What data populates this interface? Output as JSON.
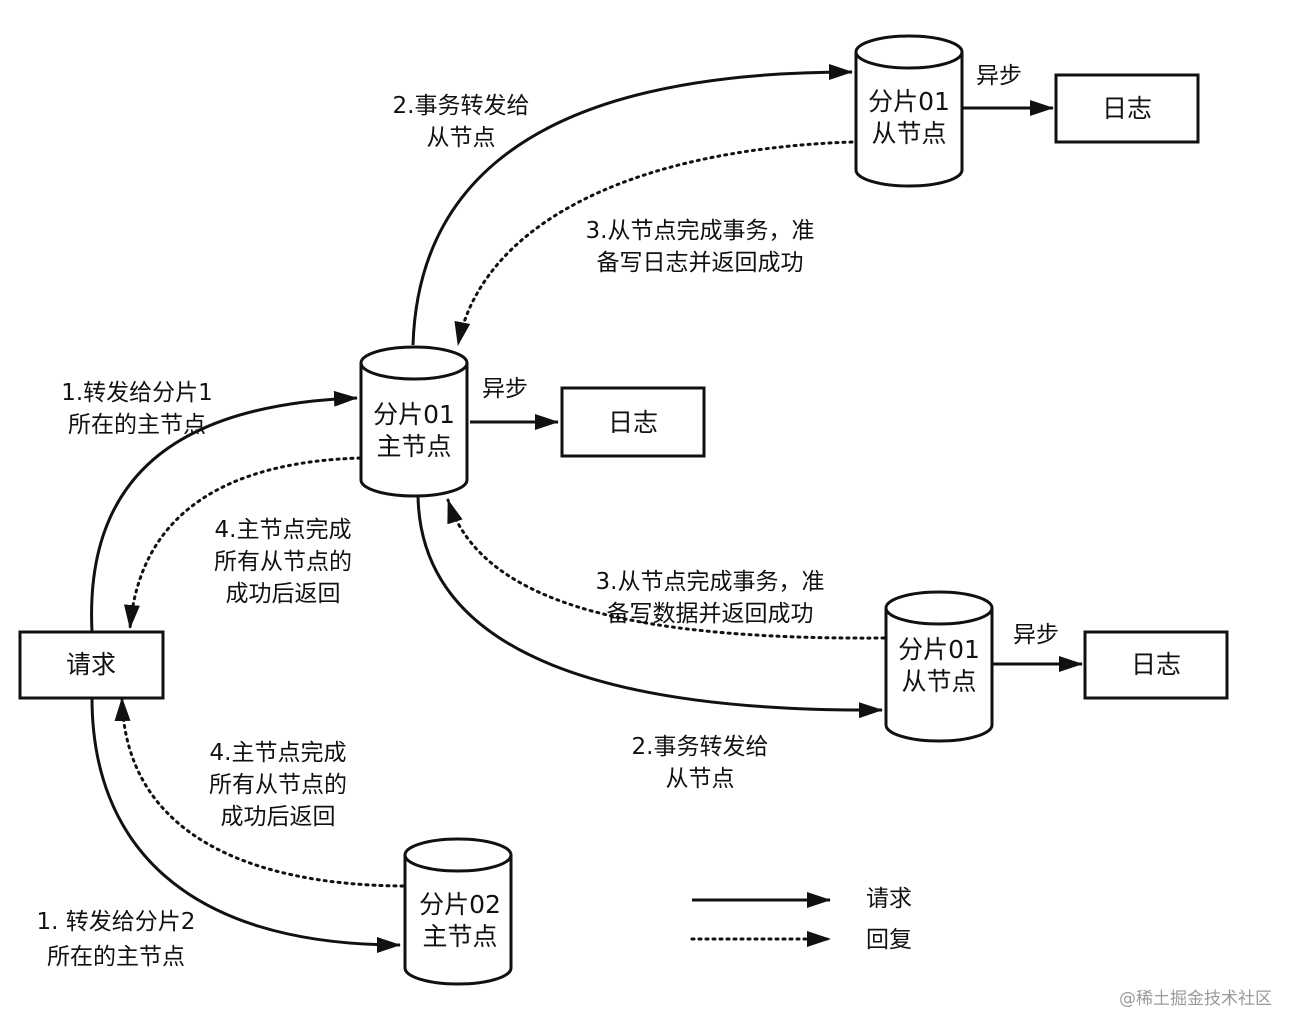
{
  "nodes": {
    "request_box": "请求",
    "primary_shard01": [
      "分片01",
      "主节点"
    ],
    "replica_top": [
      "分片01",
      "从节点"
    ],
    "replica_right": [
      "分片01",
      "从节点"
    ],
    "primary_shard02": [
      "分片02",
      "主节点"
    ],
    "log_top": "日志",
    "log_middle": "日志",
    "log_right": "日志"
  },
  "edge_labels": {
    "forward_to_shard1": [
      "1.转发给分片1",
      "所在的主节点"
    ],
    "forward_to_shard2": [
      "1. 转发给分片2",
      "所在的主节点"
    ],
    "tx_forward_top": [
      "2.事务转发给",
      "从节点"
    ],
    "tx_forward_bottom": [
      "2.事务转发给",
      "从节点"
    ],
    "replica_done_top": [
      "3.从节点完成事务，准",
      "备写日志并返回成功"
    ],
    "replica_done_right": [
      "3.从节点完成事务，准",
      "备写数据并返回成功"
    ],
    "primary_done_upper": [
      "4.主节点完成",
      "所有从节点的",
      "成功后返回"
    ],
    "primary_done_lower": [
      "4.主节点完成",
      "所有从节点的",
      "成功后返回"
    ],
    "async_top": "异步",
    "async_middle": "异步",
    "async_right": "异步"
  },
  "legend": {
    "request": "请求",
    "reply": "回复"
  },
  "watermark": "@稀土掘金技术社区"
}
